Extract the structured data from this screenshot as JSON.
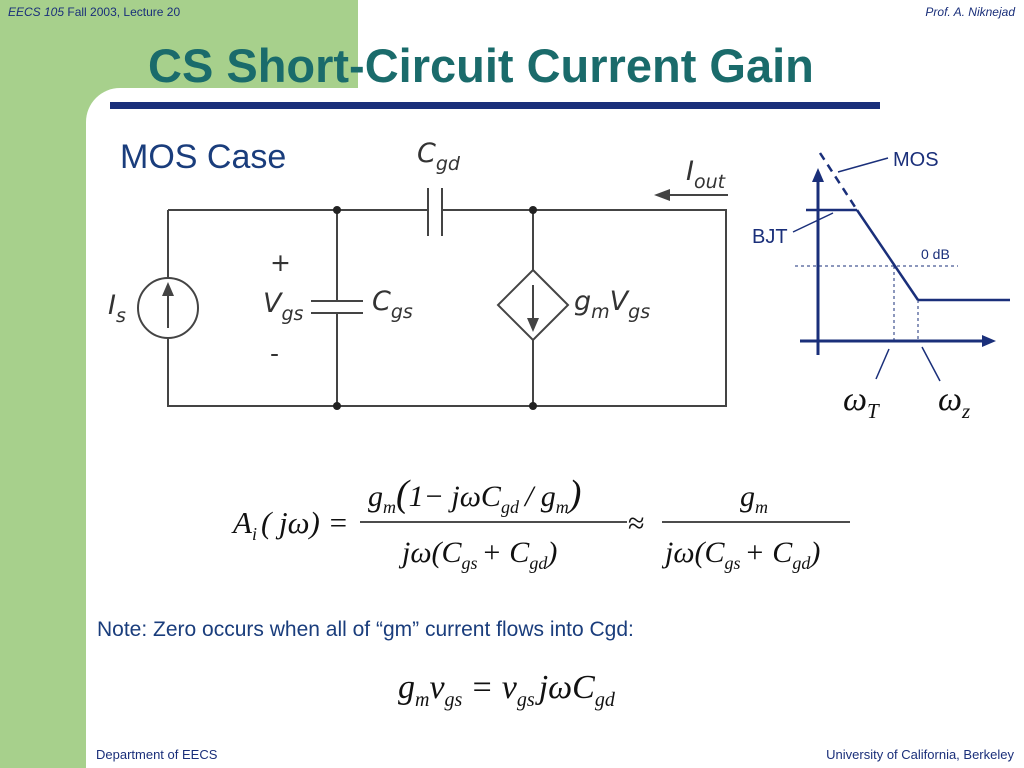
{
  "header": {
    "course_code": "EECS 105",
    "course_info": " Fall 2003, Lecture 20",
    "instructor": "Prof. A. Niknejad"
  },
  "slide": {
    "title": "CS Short-Circuit Current Gain",
    "subtitle": "MOS Case",
    "note": "Note:  Zero occurs when all of “gm” current flows into Cgd:"
  },
  "circuit": {
    "cgd_label": "C",
    "cgd_sub": "gd",
    "iout_label": "I",
    "iout_sub": "out",
    "plus_sign": "+",
    "minus_sign": "-",
    "vgs_label": "V",
    "vgs_sub": "gs",
    "cgs_label": "C",
    "cgs_sub": "gs",
    "is_label": "I",
    "is_sub": "s",
    "gm_label": "g",
    "gm_sub": "m",
    "gm_v_label": "V",
    "gm_v_sub": "gs"
  },
  "bode": {
    "mos_label": "MOS",
    "bjt_label": "BJT",
    "zero_db_label": "0 dB",
    "omega_symbol": "ω",
    "wt_sub": "T",
    "wz_sub": "z"
  },
  "equation": {
    "lhs_A": "A",
    "lhs_i": "i",
    "lhs_arg": "( jω) =",
    "num_g": "g",
    "num_m": "m",
    "num_paren_text": "1− jωC",
    "num_gd": "gd",
    "num_slash_g": "/ g",
    "num_m2": "m",
    "den_pre": "jω(C",
    "den_gs": "gs",
    "den_plus_c": "+ C",
    "den_gd": "gd",
    "den_close": ")",
    "approx": "≈",
    "r_num_g": "g",
    "r_num_m": "m",
    "r_den_pre": "jω(C",
    "r_den_gs": "gs",
    "r_den_plus_c": "+ C",
    "r_den_gd": "gd",
    "r_den_close": ")"
  },
  "zero_equation": {
    "g": "g",
    "m": "m",
    "v": "v",
    "gs": "gs",
    "eq_v": "= v",
    "gs2": "gs",
    "jwC": "jωC",
    "gd": "gd"
  },
  "footer": {
    "left": "Department of EECS",
    "right": "University of California, Berkeley"
  },
  "colors": {
    "title": "#1a6b6b",
    "accent_navy": "#1a2f7a",
    "background_green": "#a7d08c"
  }
}
